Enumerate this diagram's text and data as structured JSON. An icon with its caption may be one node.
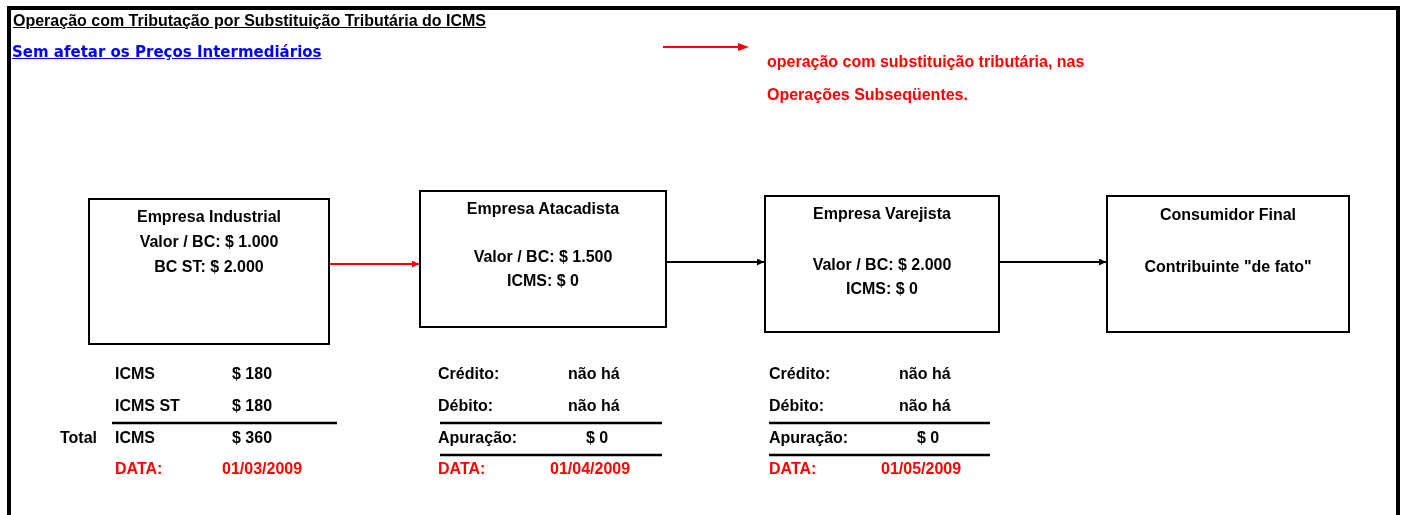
{
  "diagram": {
    "title": "Operação com Tributação por Substituição Tributária do ICMS",
    "nodes": [
      {
        "text": [
          "Empresa Industrial",
          "Valor / BC: $ 1.000",
          "BC ST:  $ 2.000"
        ]
      },
      {
        "text": [
          "Empresa Atacadista",
          "Valor / BC: $ 1.500",
          "ICMS: $ 0"
        ]
      },
      {
        "text": [
          "Empresa Varejista",
          "Valor / BC: $ 2.000",
          "ICMS: $ 0"
        ]
      },
      {
        "text": [
          "Consumidor Final",
          "Contribuinte \"de fato\""
        ]
      }
    ],
    "edges": [
      {
        "from": 0,
        "to": 1,
        "arrow": "to",
        "color": "#ff0000"
      },
      {
        "from": 1,
        "to": 2,
        "arrow": "to"
      },
      {
        "from": 2,
        "to": 3,
        "arrow": "to"
      }
    ],
    "labels": [
      "Sem afetar os Preços Intermediários",
      "ICMS",
      "$ 180",
      "ICMS ST",
      "$ 180",
      "Total",
      "ICMS",
      "$ 360",
      "DATA:",
      "01/03/2009",
      "Crédito:",
      "não há",
      "Débito:",
      "não há",
      "Apuração:",
      "$ 0",
      "DATA:",
      "01/04/2009",
      "Crédito:",
      "não há",
      "Débito:",
      "não há",
      "Apuração:",
      "$ 0",
      "DATA:",
      "01/05/2009"
    ],
    "legend": [
      {
        "text": "operação com substituição tributária, nas Operações Subseqüentes."
      }
    ]
  }
}
